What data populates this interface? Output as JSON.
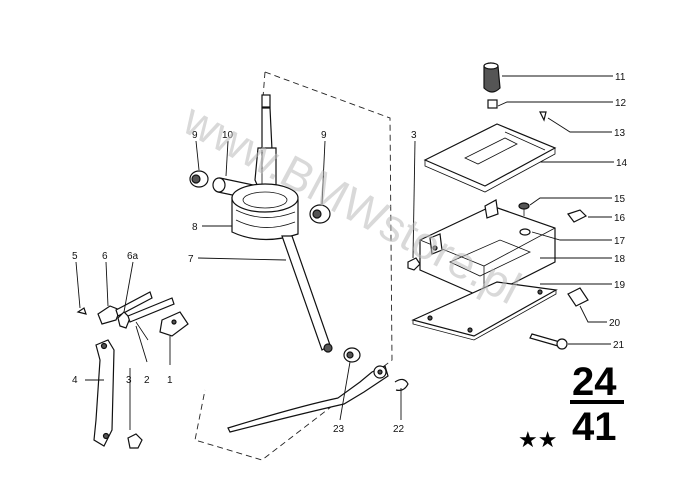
{
  "watermark": "www.BMWstore.pl",
  "group_code": {
    "top": "24",
    "bottom": "41"
  },
  "stars": "★★",
  "callouts": [
    {
      "id": "c1",
      "text": "1"
    },
    {
      "id": "c2",
      "text": "2"
    },
    {
      "id": "c3a",
      "text": "3"
    },
    {
      "id": "c3b",
      "text": "3"
    },
    {
      "id": "c4",
      "text": "4"
    },
    {
      "id": "c5",
      "text": "5"
    },
    {
      "id": "c6",
      "text": "6"
    },
    {
      "id": "c6a",
      "text": "6a"
    },
    {
      "id": "c7",
      "text": "7"
    },
    {
      "id": "c8",
      "text": "8"
    },
    {
      "id": "c9a",
      "text": "9"
    },
    {
      "id": "c9b",
      "text": "9"
    },
    {
      "id": "c10",
      "text": "10"
    },
    {
      "id": "c11",
      "text": "11"
    },
    {
      "id": "c12",
      "text": "12"
    },
    {
      "id": "c13",
      "text": "13"
    },
    {
      "id": "c14",
      "text": "14"
    },
    {
      "id": "c15",
      "text": "15"
    },
    {
      "id": "c16",
      "text": "16"
    },
    {
      "id": "c17",
      "text": "17"
    },
    {
      "id": "c18",
      "text": "18"
    },
    {
      "id": "c19",
      "text": "19"
    },
    {
      "id": "c20",
      "text": "20"
    },
    {
      "id": "c21",
      "text": "21"
    },
    {
      "id": "c22",
      "text": "22"
    },
    {
      "id": "c23",
      "text": "23"
    }
  ]
}
